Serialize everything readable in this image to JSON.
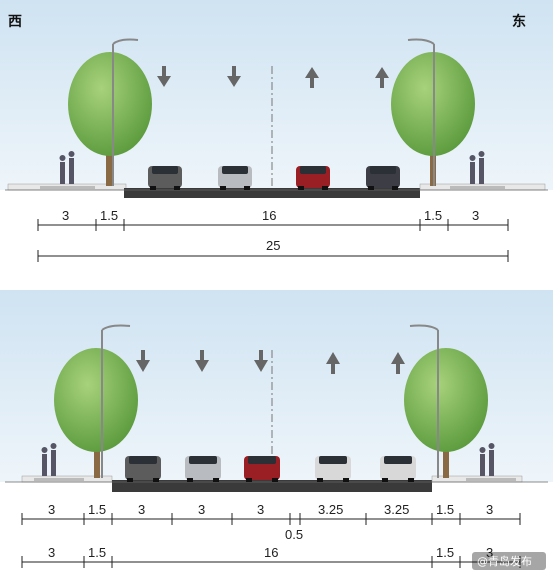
{
  "directions": {
    "west": "西",
    "east": "东"
  },
  "top_section": {
    "lane_arrows": [
      "down",
      "down",
      "up",
      "up"
    ],
    "cars": [
      "gray-suv",
      "silver-hatchback",
      "red-sedan",
      "dark-sedan"
    ],
    "dims_row1": [
      "3",
      "1.5",
      "16",
      "1.5",
      "3"
    ],
    "dims_row2": [
      "25"
    ]
  },
  "bottom_section": {
    "lane_arrows": [
      "down",
      "down",
      "down",
      "up",
      "up"
    ],
    "cars": [
      "gray-suv",
      "silver-hatchback",
      "red-sedan",
      "white-sedan",
      "white-sedan"
    ],
    "dims_row1": [
      "3",
      "1.5",
      "3",
      "3",
      "3",
      "3.25",
      "3.25",
      "1.5",
      "3"
    ],
    "center_note": "0.5",
    "dims_row2": [
      "3",
      "1.5",
      "16",
      "1.5",
      "3"
    ]
  },
  "watermark": "@青岛发布",
  "colors": {
    "sky": "#dbe9f4",
    "road": "#3a3a3a",
    "tree": "#6aa84f",
    "dim_line": "#222222"
  }
}
